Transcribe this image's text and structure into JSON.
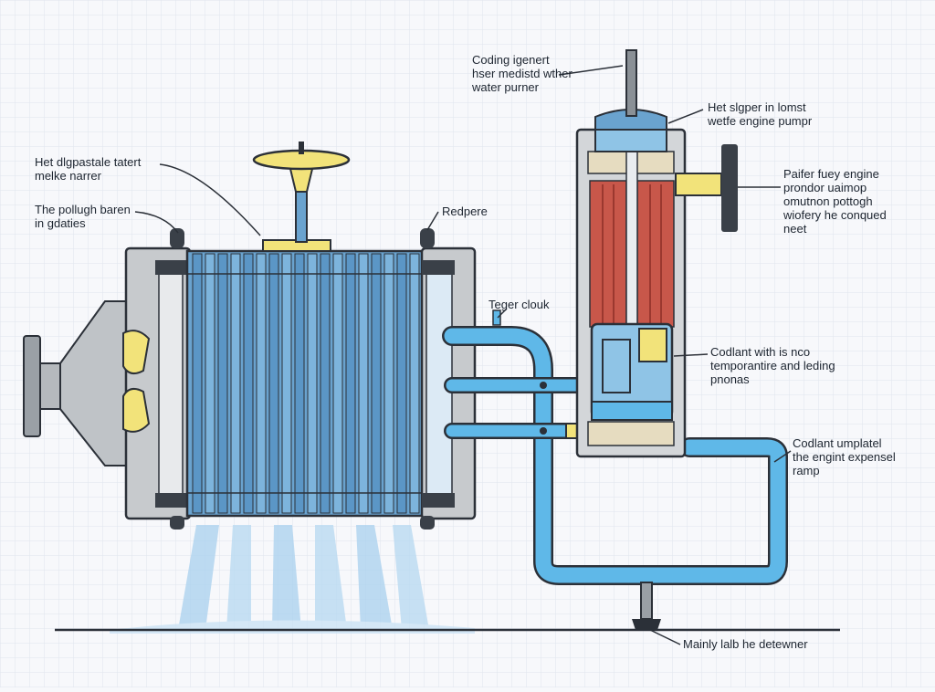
{
  "colors": {
    "background": "#f7f8fb",
    "grid": "#dfe5ee",
    "coolant_blue": "#5fb8e8",
    "coil_blue": "#6aa3cf",
    "steel_gray": "#c7cacd",
    "outline": "#2b3038",
    "brass": "#f2e37a",
    "winding_red": "#c8574a",
    "water_spray": "#a9d0ee"
  },
  "icons": {
    "radiator": "radiator-icon",
    "valve": "handwheel-valve-icon",
    "pump": "pump-cylinder-icon",
    "flange": "flange-icon",
    "pipe": "coolant-pipe-icon"
  },
  "labels": {
    "cooling_lines": [
      "Coding igenert",
      "hser medistd wther",
      "water purner"
    ],
    "hot_stripper": [
      "Het slgper in lomst",
      "wetfe engine pumpr"
    ],
    "hot_disposable": [
      "Het dlgpastale tatert",
      "melke narrer"
    ],
    "pollugh_baron": [
      "The pollugh baren",
      "in gdaties"
    ],
    "recipro": [
      "Redpere"
    ],
    "tager_cloak": [
      "Teger clouk"
    ],
    "paifer_fuel": [
      "Paifer fuey engine",
      "prondor uaimop",
      "omutnon pottogh",
      "wiofery he conqued",
      "neet"
    ],
    "coolant_temp": [
      "Codlant with is nco",
      "temporantire and leding",
      "pnonas"
    ],
    "coolant_expansion": [
      "Codlant umplatel",
      "the engint expensel",
      "ramp"
    ],
    "mainly_drain": [
      "Mainly lalb he detewner"
    ]
  }
}
